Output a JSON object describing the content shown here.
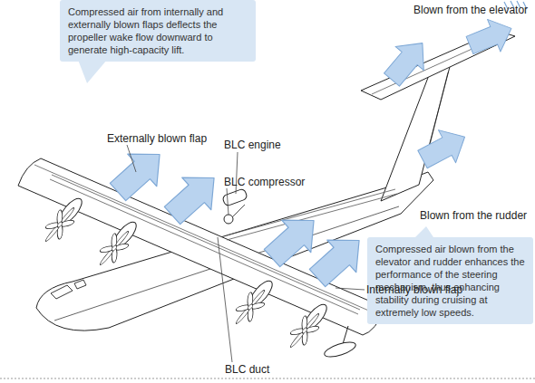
{
  "diagram": {
    "nodes": [
      {
        "text": [
          "Compressed air from internally and externally blown flaps deflects the propeller wake flow downward to generate high-capacity lift."
        ]
      },
      {
        "text": [
          "Compressed air blown from the elevator and rudder enhances the performance of the steering mechanism, thus enhancing stability during cruising at extremely low speeds."
        ]
      }
    ],
    "labels": [
      "Externally blown flap",
      "BLC engine",
      "BLC compressor",
      "Internally blown flap",
      "BLC duct",
      "Blown from the elevator",
      "Blown from the rudder"
    ]
  }
}
